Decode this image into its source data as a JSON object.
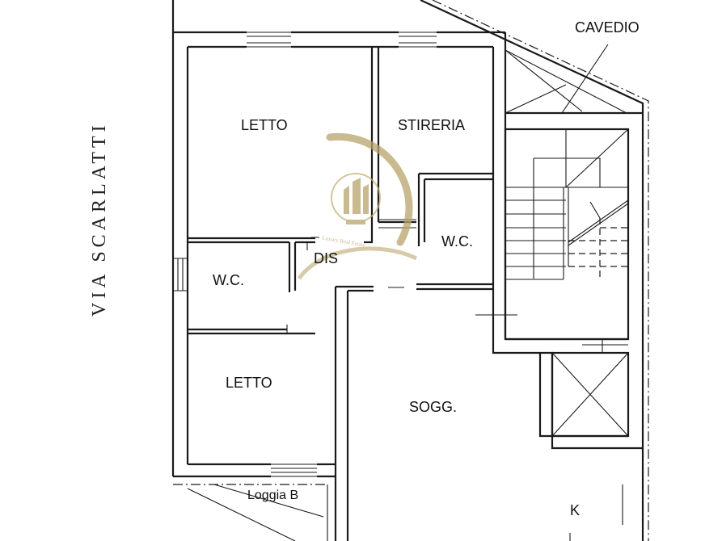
{
  "street": "VIA SCARLATTI",
  "rooms": {
    "letto_top": "LETTO",
    "stireria": "STIRERIA",
    "dis": "DIS",
    "wc_left": "W.C.",
    "wc_right": "W.C.",
    "letto_bottom": "LETTO",
    "soggiorno": "SOGG.",
    "kitchen": "K",
    "loggia": "Loggia B",
    "cavedio": "CAVEDIO"
  },
  "watermark": {
    "text": "Luxury Real Estate",
    "color": "#b8a46a"
  }
}
